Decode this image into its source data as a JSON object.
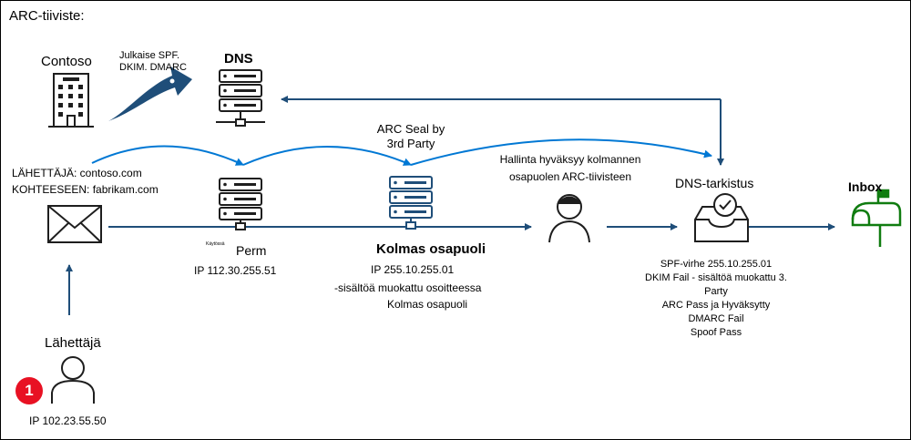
{
  "title": "ARC-tiiviste:",
  "contoso": {
    "label": "Contoso"
  },
  "publish": {
    "line1": "Julkaise SPF.",
    "line2": "DKIM. DMARC"
  },
  "dns": {
    "label": "DNS"
  },
  "arc_seal": {
    "line1": "ARC Seal by",
    "line2": "3rd Party"
  },
  "sender_info": {
    "line1": "LÄHETTÄJÄ: contoso.com",
    "line2": "KOHTEESEEN: fabrikam.com"
  },
  "perm_server": {
    "small_label": "Käytössä",
    "label": "Perm",
    "ip": "IP 112.30.255.51"
  },
  "third_party": {
    "label": "Kolmas osapuoli",
    "ip": "IP 255.10.255.01",
    "note1": "-sisältöä muokattu osoitteessa",
    "note2": "Kolmas osapuoli"
  },
  "admin": {
    "line1": "Hallinta hyväksyy kolmannen",
    "line2": "osapuolen ARC-tiivisteen"
  },
  "dns_check": {
    "label": "DNS-tarkistus",
    "results": [
      "SPF-virhe 255.10.255.01",
      "DKIM Fail - sisältöä muokattu 3.",
      "Party",
      "ARC Pass ja Hyväksytty",
      "DMARC Fail",
      "Spoof Pass"
    ]
  },
  "inbox": {
    "label": "Inbox"
  },
  "sender": {
    "label": "Lähettäjä",
    "ip": "IP 102.23.55.50",
    "badge": "1"
  },
  "colors": {
    "accent_blue": "#0078d4",
    "dark_navy": "#1f4e79",
    "badge_red": "#e81123",
    "inbox_green": "#107c10",
    "server_gray": "#1e1e1e"
  },
  "icons": [
    "building-icon",
    "publish-arrow-icon",
    "server-icon",
    "envelope-icon",
    "person-icon",
    "inbox-check-icon",
    "mailbox-icon",
    "user-icon"
  ]
}
